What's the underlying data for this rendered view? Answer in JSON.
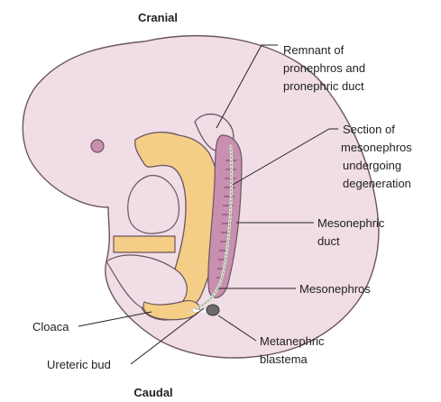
{
  "orientation": {
    "top": "Cranial",
    "bottom": "Caudal"
  },
  "labels": {
    "pronephros": [
      "Remnant of",
      "pronephros and",
      "pronephric duct"
    ],
    "mesonephros_section": [
      "Section of",
      "mesonephros",
      "undergoing",
      "degeneration"
    ],
    "mesonephric_duct": [
      "Mesonephric",
      "duct"
    ],
    "mesonephros": [
      "Mesonephros"
    ],
    "cloaca": [
      "Cloaca"
    ],
    "metanephric_blastema": [
      "Metanephric",
      "blastema"
    ],
    "ureteric_bud": [
      "Ureteric bud"
    ]
  },
  "colors": {
    "embryo": "#f0dde6",
    "outline": "#6b5560",
    "gut": "#f4cd86",
    "mesonephros": "#c98fb0",
    "tubule": "#7a3f63",
    "duct": "#cfe3c8",
    "blastema": "#6a6a6a"
  }
}
